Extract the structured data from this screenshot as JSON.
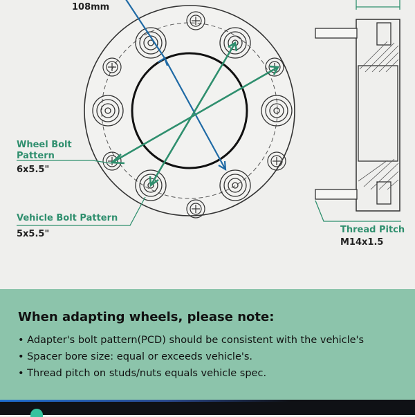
{
  "diagram": {
    "pcd_label": "108mm",
    "wheel_bolt_pattern": {
      "label": "Wheel Bolt Pattern",
      "value": "6x5.5\""
    },
    "vehicle_bolt_pattern": {
      "label": "Vehicle Bolt Pattern",
      "value": "5x5.5\""
    },
    "thread_pitch": {
      "label": "Thread Pitch",
      "value": "M14x1.5"
    },
    "colors": {
      "green": "#2f8f6e",
      "blue": "#1f6aa5",
      "line": "#222222"
    }
  },
  "note": {
    "title": "When adapting wheels, please note:",
    "items": [
      "Adapter's bolt pattern(PCD) should be consistent with the vehicle's",
      "Spacer bore size: equal or exceeds vehicle's.",
      "Thread pitch on studs/nuts equals vehicle spec."
    ]
  }
}
